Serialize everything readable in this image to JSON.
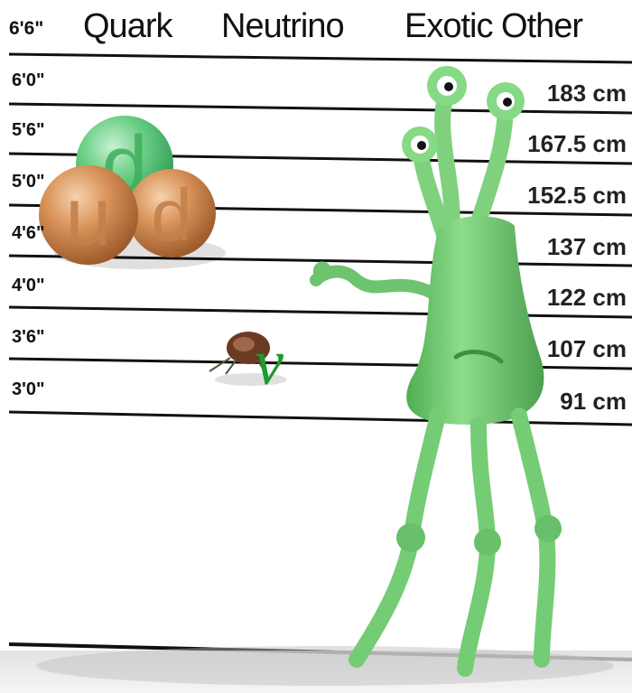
{
  "header": {
    "top_height": "6'6\"",
    "col_quark": "Quark",
    "col_neutrino": "Neutrino",
    "col_exotic": "Exotic Other"
  },
  "feet": [
    "6'0\"",
    "5'6\"",
    "5'0\"",
    "4'6\"",
    "4'0\"",
    "3'6\"",
    "3'0\""
  ],
  "cm": [
    "183 cm",
    "167.5 cm",
    "152.5 cm",
    "137 cm",
    "122 cm",
    "107 cm",
    "91 cm"
  ],
  "quark_letters": {
    "top": "d",
    "left": "u",
    "right": "d"
  },
  "neutrino_symbol": "v",
  "colors": {
    "quark_green": "#5fc77d",
    "quark_orange": "#d6915a",
    "alien_green": "#79cf7a",
    "neutrino_green": "#1f9a2e",
    "line": "#111111"
  }
}
